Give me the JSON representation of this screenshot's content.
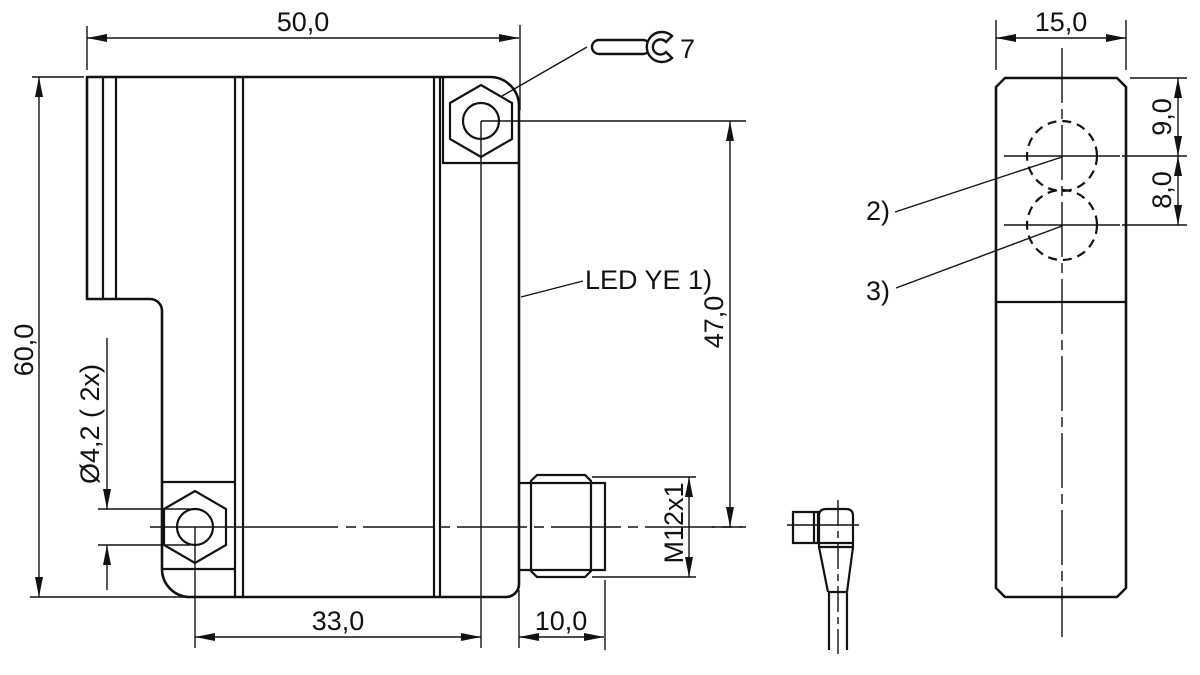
{
  "drawing": {
    "front_view": {
      "dim_width": "50,0",
      "dim_height": "60,0",
      "dim_hole_spacing_horizontal": "33,0",
      "dim_connector_length": "10,0",
      "dim_hole_spacing_vertical": "47,0",
      "dim_mount_hole_diameter": "Ø4,2 ( 2x)",
      "dim_connector_thread": "M12x1",
      "wrench_size": "7",
      "led_label": "LED YE 1)"
    },
    "side_view": {
      "dim_width": "15,0",
      "dim_top_to_lens1": "9,0",
      "dim_lens1_to_lens2": "8,0",
      "callout_lens1": "2)",
      "callout_lens2": "3)"
    },
    "colors": {
      "line": "#121212",
      "background": "#ffffff"
    }
  }
}
